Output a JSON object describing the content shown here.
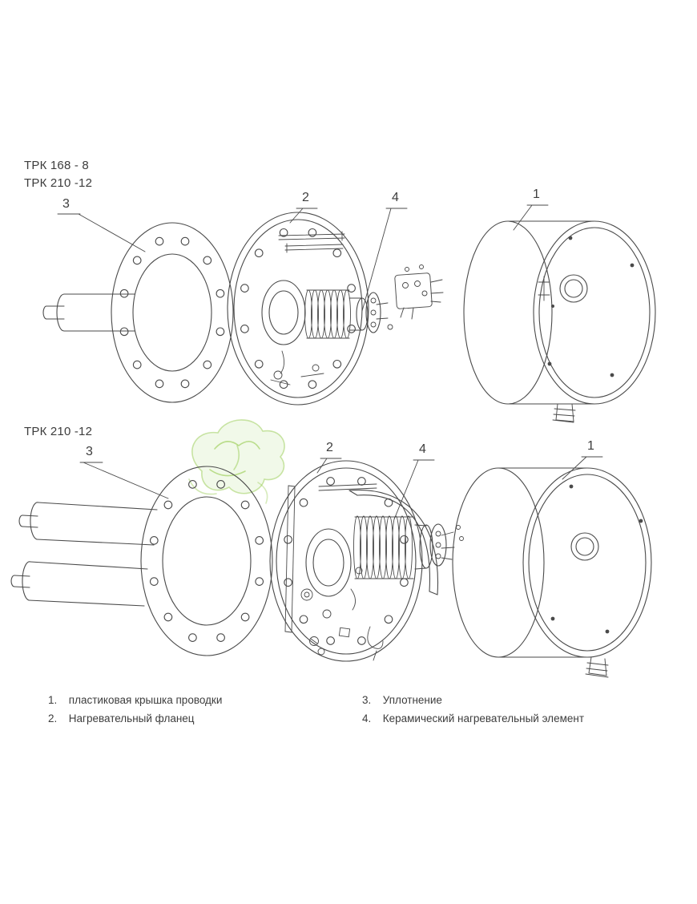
{
  "colors": {
    "line": "#4a4a4a",
    "text": "#3d3d3d",
    "watermark_green": "#8cc63e"
  },
  "view1": {
    "models": [
      "ТРК 168 - 8",
      "ТРК 210 -12"
    ],
    "callouts": {
      "c3": "3",
      "c2": "2",
      "c4": "4",
      "c1": "1"
    }
  },
  "view2": {
    "models": [
      "ТРК 210 -12"
    ],
    "callouts": {
      "c3": "3",
      "c2": "2",
      "c4": "4",
      "c1": "1"
    }
  },
  "legend": {
    "items": [
      {
        "num": "1.",
        "label": "пластиковая крышка проводки"
      },
      {
        "num": "2.",
        "label": "Нагревательный фланец"
      },
      {
        "num": "3.",
        "label": "Уплотнение"
      },
      {
        "num": "4.",
        "label": "Керамический нагревательный элемент"
      }
    ]
  }
}
